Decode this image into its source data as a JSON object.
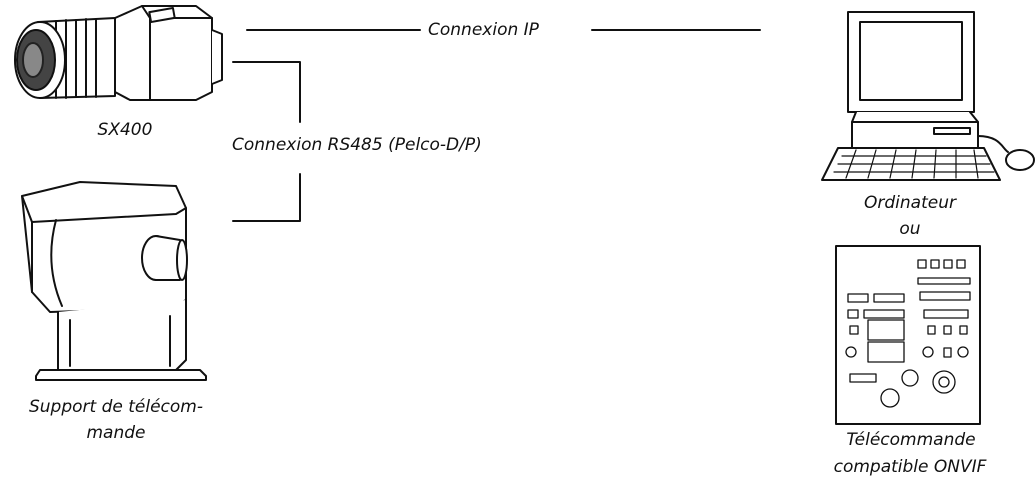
{
  "labels": {
    "ip_connection": "Connexion IP",
    "rs485_connection": "Connexion RS485 (Pelco-D/P)",
    "camera": "SX400",
    "pan_tilt_line1": "Support de télécom-",
    "pan_tilt_line2": "mande",
    "computer": "Ordinateur",
    "or": "ou",
    "remote_line1": "Télécommande",
    "remote_line2": "compatible ONVIF"
  },
  "colors": {
    "line": "#111111",
    "background": "#ffffff"
  },
  "icons": [
    "camera-icon",
    "pan-tilt-mount-icon",
    "computer-icon",
    "remote-control-icon"
  ]
}
